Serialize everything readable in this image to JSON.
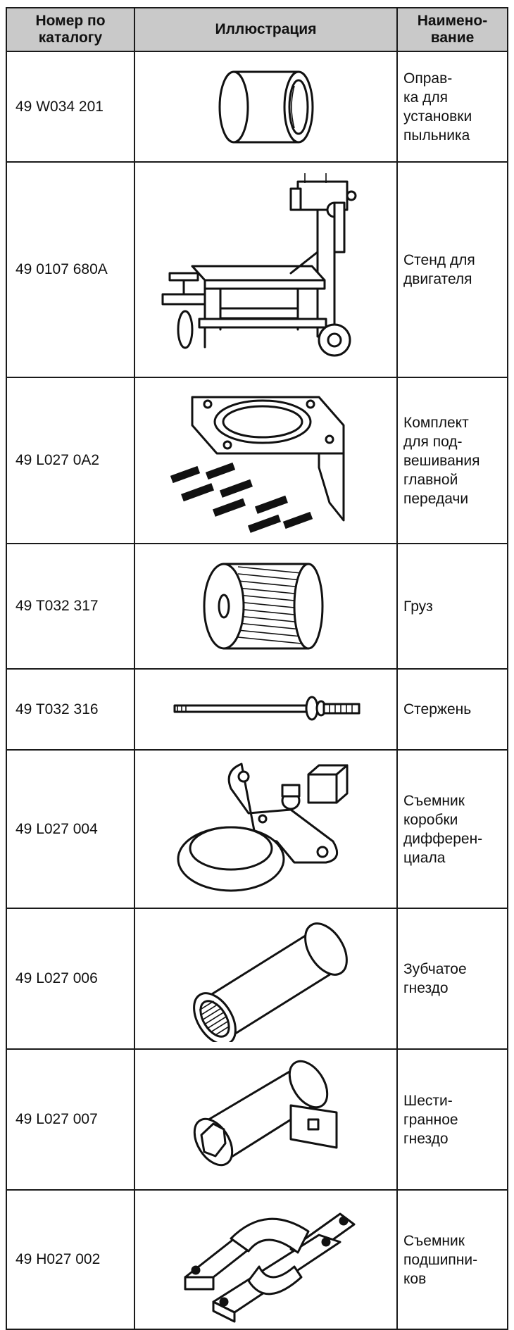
{
  "header": {
    "catalog": "Номер по каталогу",
    "illustration": "Иллюстрация",
    "name": "Наимено-вание"
  },
  "rows": [
    {
      "catalog": "49 W034 201",
      "name_lines": [
        "Оправ-",
        "ка для",
        "установки",
        "пыльника"
      ],
      "icon": "sleeve-installer-icon"
    },
    {
      "catalog": "49 0107 680A",
      "name_lines": [
        "Стенд для",
        "двигателя"
      ],
      "icon": "engine-stand-icon"
    },
    {
      "catalog": "49 L027 0A2",
      "name_lines": [
        "Комплект",
        "для под-",
        "вешивания",
        "главной",
        "передачи"
      ],
      "icon": "mounting-kit-icon"
    },
    {
      "catalog": "49 T032 317",
      "name_lines": [
        "Груз"
      ],
      "icon": "weight-icon"
    },
    {
      "catalog": "49 T032 316",
      "name_lines": [
        "Стержень"
      ],
      "icon": "rod-icon"
    },
    {
      "catalog": "49 L027 004",
      "name_lines": [
        "Съемник",
        "коробки",
        "дифферен-",
        "циала"
      ],
      "icon": "differential-puller-icon"
    },
    {
      "catalog": "49 L027 006",
      "name_lines": [
        "Зубчатое",
        "гнездо"
      ],
      "icon": "splined-socket-icon"
    },
    {
      "catalog": "49 L027 007",
      "name_lines": [
        "Шести-",
        "гранное",
        "гнездо"
      ],
      "icon": "hex-socket-icon"
    },
    {
      "catalog": "49 H027 002",
      "name_lines": [
        "Съемник",
        "подшипни-",
        "ков"
      ],
      "icon": "bearing-puller-icon"
    }
  ]
}
